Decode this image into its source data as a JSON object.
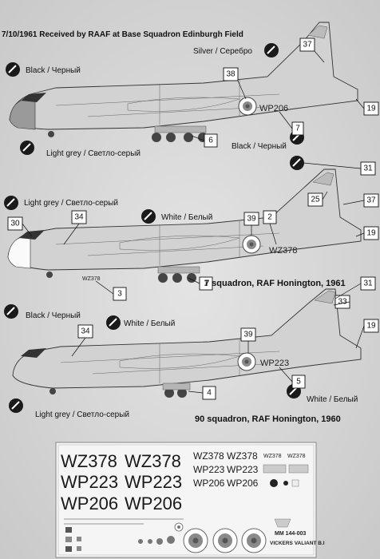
{
  "header": {
    "profile1_caption": "7/10/1961 Received by RAAF at Base Squadron Edinburgh Field"
  },
  "colors": {
    "black_label": "Black / Черный",
    "silver_label": "Silver / Серебро",
    "light_grey_label": "Light grey / Светло-серый",
    "white_label": "White / Белый"
  },
  "profiles": [
    {
      "serial": "WP206",
      "callouts": [
        "37",
        "38",
        "19",
        "6",
        "7"
      ],
      "caption": ""
    },
    {
      "serial": "WZ378",
      "nose_serial": "WZ378",
      "callouts": [
        "31",
        "25",
        "37",
        "19",
        "30",
        "34",
        "39",
        "2",
        "1",
        "3"
      ],
      "caption": "7 squadron, RAF Honington, 1961"
    },
    {
      "serial": "WP223",
      "callouts": [
        "31",
        "33",
        "19",
        "34",
        "39",
        "4",
        "5"
      ],
      "caption": "90 squadron, RAF Honington, 1960"
    }
  ],
  "decal_sheet": {
    "big_serials": [
      "WZ378",
      "WZ378",
      "WP223",
      "WP223",
      "WP206",
      "WP206"
    ],
    "mid_serials": [
      "WZ378",
      "WZ378",
      "WP223",
      "WP223",
      "WP206",
      "WP206"
    ],
    "small_serials": [
      "WZ378",
      "WZ378"
    ],
    "product_code": "MM 144-003",
    "product_name": "VICKERS VALIANT B.I"
  }
}
